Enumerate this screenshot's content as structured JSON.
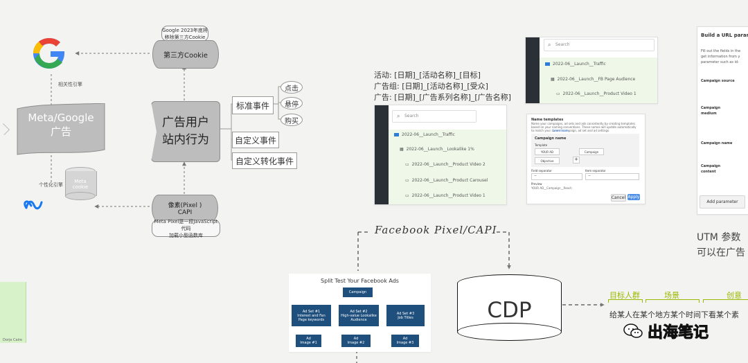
{
  "left_diagram": {
    "google_cookie_title": "Google 2023年底将\n移除第三方Cookie",
    "third_party_cookie": "第三方Cookie",
    "ads_platform": "Meta/Google\n广告",
    "user_behavior": "广告用户\n站内行为",
    "pixel_capi": "像素(Pixel )\nCAPI",
    "pixel_caption": "Meta Pixel是一段JavaScript代码\n加载小型函数库",
    "google_bottom_label": "相关性引擎",
    "meta_cookie": "Meta\ncookie",
    "meta_bottom_label": "个性化引擎",
    "events": {
      "standard": "标准事件",
      "custom": "自定义事件",
      "custom_conversion": "自定义转化事件",
      "click": "点击",
      "hover": "悬停",
      "purchase": "购买"
    }
  },
  "naming_rules": {
    "campaign": "活动: [日期]_[活动名称]_[目标]",
    "adgroup": "广告组: [日期]_[活动名称]_[受众]",
    "ad": "广告: [日期]_[广告系列名称]_[广告名称]"
  },
  "middle_panel": {
    "search_placeholder": "Search",
    "rows": [
      "2022-06__Launch__Traffic",
      "2022-06__Launch__Lookalike 1%",
      "2022-06__Launch__Product Video 2",
      "2022-06__Launch__Product Carousel",
      "2022-06__Launch__Product Video 1"
    ]
  },
  "right_top_panel": {
    "search_placeholder": "Search",
    "rows": [
      "2022-06__Launch__Traffic",
      "2022-06__Launch__FB Page Audience",
      "2022-06__Launch__Product Video 1"
    ]
  },
  "name_templates": {
    "title": "Name templates",
    "description": "Name your campaigns, ad sets and ads consistently by creating templates based on your naming conventions. These names will update automatically to match your current campaign, ad set and ad settings.",
    "learn_more": "Learn more",
    "campaign_name": "Campaign name",
    "template_label": "Template",
    "field_separator": "Field separator",
    "item_separator": "Item separator",
    "preview_label": "Preview",
    "preview_text": "YOUR AD__Campaign__Reach",
    "cancel": "Cancel",
    "apply": "Apply",
    "tags": [
      "YOUR AD",
      "Campaign",
      "Objective"
    ],
    "separator_value": "—"
  },
  "url_panel": {
    "title": "Build a URL paramet",
    "description": "Fill out the fields in the\nget information from y\nparameter such as id-",
    "fields": [
      "Campaign source",
      "Campaign medium",
      "Campaign name",
      "Campaign content"
    ],
    "add_button": "Add parameter"
  },
  "utm_note": "UTM 参数\n可以在广告",
  "pixel_flow_label": "Facebook Pixel/CAPI",
  "split_test": {
    "title": "Split Test Your Facebook Ads",
    "campaign": "Campaign",
    "adsets": [
      "Ad Set #1\nInterest and Fan\nPage keywords",
      "Ad Set #2\nHigh-value Lookalike\nAudience",
      "Ad Set #3\nJob Titles"
    ],
    "ads": [
      "Ad\nImage #1",
      "Ad\nImage #2",
      "Ad\nImage #3"
    ]
  },
  "cdp": "CDP",
  "targeting": {
    "audience": "目标人群",
    "scene": "场景",
    "creative": "创意",
    "sentence": "给某人在某个地方某个时间下看某个素"
  },
  "left_fragment_labels": [
    "Dorje Caire"
  ],
  "watermark": "出海笔记"
}
